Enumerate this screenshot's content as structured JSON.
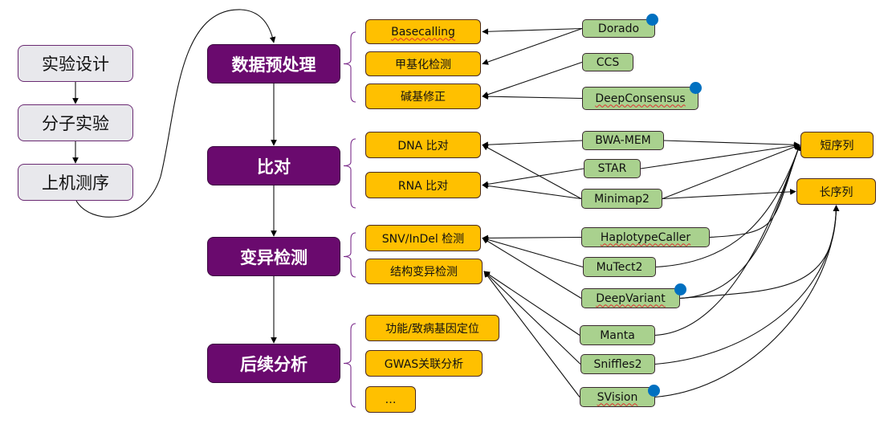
{
  "pipeline": [
    {
      "id": "exp-design",
      "label": "实验设计"
    },
    {
      "id": "mol-exp",
      "label": "分子实验"
    },
    {
      "id": "sequencing",
      "label": "上机测序"
    }
  ],
  "stages": [
    {
      "id": "preprocess",
      "label": "数据预处理",
      "tasks": [
        {
          "id": "basecalling",
          "label": "Basecalling",
          "spell": true
        },
        {
          "id": "methylation",
          "label": "甲基化检测"
        },
        {
          "id": "base-correction",
          "label": "碱基修正"
        }
      ]
    },
    {
      "id": "alignment",
      "label": "比对",
      "tasks": [
        {
          "id": "dna-align",
          "label": "DNA 比对"
        },
        {
          "id": "rna-align",
          "label": "RNA 比对"
        }
      ]
    },
    {
      "id": "variant",
      "label": "变异检测",
      "tasks": [
        {
          "id": "snv-indel",
          "label": "SNV/InDel 检测"
        },
        {
          "id": "sv",
          "label": "结构变异检测"
        }
      ]
    },
    {
      "id": "downstream",
      "label": "后续分析",
      "tasks": [
        {
          "id": "gene-mapping",
          "label": "功能/致病基因定位"
        },
        {
          "id": "gwas",
          "label": "GWAS关联分析"
        },
        {
          "id": "more",
          "label": "…"
        }
      ]
    }
  ],
  "tools": [
    {
      "id": "dorado",
      "label": "Dorado",
      "ai": true
    },
    {
      "id": "ccs",
      "label": "CCS"
    },
    {
      "id": "deepconsensus",
      "label": "DeepConsensus",
      "ai": true,
      "spell": true
    },
    {
      "id": "bwa-mem",
      "label": "BWA-MEM"
    },
    {
      "id": "star",
      "label": "STAR"
    },
    {
      "id": "minimap2",
      "label": "Minimap2"
    },
    {
      "id": "haplotypecaller",
      "label": "HaplotypeCaller",
      "spell": true
    },
    {
      "id": "mutect2",
      "label": "MuTect2"
    },
    {
      "id": "deepvariant",
      "label": "DeepVariant",
      "ai": true,
      "spell": true
    },
    {
      "id": "manta",
      "label": "Manta"
    },
    {
      "id": "sniffles2",
      "label": "Sniffles2"
    },
    {
      "id": "svision",
      "label": "SVision",
      "ai": true,
      "spell": true
    }
  ],
  "read_types": [
    {
      "id": "short",
      "label": "短序列"
    },
    {
      "id": "long",
      "label": "长序列"
    }
  ],
  "edges_tool_to_task": [
    [
      "dorado",
      "basecalling"
    ],
    [
      "dorado",
      "methylation"
    ],
    [
      "ccs",
      "base-correction"
    ],
    [
      "deepconsensus",
      "base-correction"
    ],
    [
      "bwa-mem",
      "dna-align"
    ],
    [
      "minimap2",
      "dna-align"
    ],
    [
      "star",
      "rna-align"
    ],
    [
      "minimap2",
      "rna-align"
    ],
    [
      "haplotypecaller",
      "snv-indel"
    ],
    [
      "mutect2",
      "snv-indel"
    ],
    [
      "deepvariant",
      "snv-indel"
    ],
    [
      "manta",
      "sv"
    ],
    [
      "sniffles2",
      "sv"
    ],
    [
      "svision",
      "sv"
    ]
  ],
  "edges_tool_to_readtype": [
    [
      "bwa-mem",
      "short"
    ],
    [
      "star",
      "short"
    ],
    [
      "minimap2",
      "short"
    ],
    [
      "minimap2",
      "long"
    ],
    [
      "haplotypecaller",
      "short"
    ],
    [
      "mutect2",
      "short"
    ],
    [
      "deepvariant",
      "short"
    ],
    [
      "deepvariant",
      "long"
    ],
    [
      "manta",
      "short"
    ],
    [
      "sniffles2",
      "long"
    ],
    [
      "svision",
      "long"
    ]
  ],
  "colors": {
    "stage": "#6a0a6e",
    "task": "#ffc000",
    "tool": "#a9d18e",
    "ai_badge": "#0070c0",
    "pipeline": "#e8e8ec"
  },
  "legend_icons": {
    "ai_badge": "blue-dot-icon"
  }
}
